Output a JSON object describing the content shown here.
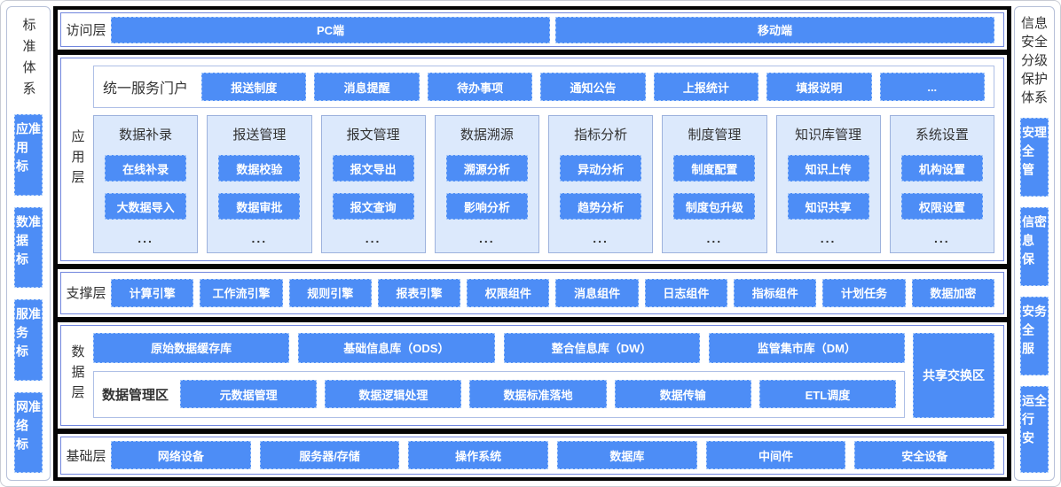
{
  "colors": {
    "primary_blue": "#4d8df6",
    "module_panel_bg": "#dce9fc",
    "frame_black": "#050505"
  },
  "left_sidebar": {
    "title": "标准体系",
    "items": [
      "应用标准",
      "数据标准",
      "服务标准",
      "网络标准"
    ]
  },
  "right_sidebar": {
    "title": "信息安全分级保护体系",
    "items": [
      "安全管理",
      "信息保密",
      "安全服务",
      "运行安全"
    ]
  },
  "layers": {
    "access": {
      "label": "访问层",
      "items": [
        "PC端",
        "移动端"
      ]
    },
    "application": {
      "label": "应用层",
      "portal": {
        "label": "统一服务门户",
        "items": [
          "报送制度",
          "消息提醒",
          "待办事项",
          "通知公告",
          "上报统计",
          "填报说明",
          "..."
        ]
      },
      "modules": [
        {
          "title": "数据补录",
          "items": [
            "在线补录",
            "大数据导入"
          ],
          "more": "..."
        },
        {
          "title": "报送管理",
          "items": [
            "数据校验",
            "数据审批"
          ],
          "more": "..."
        },
        {
          "title": "报文管理",
          "items": [
            "报文导出",
            "报文查询"
          ],
          "more": "..."
        },
        {
          "title": "数据溯源",
          "items": [
            "溯源分析",
            "影响分析"
          ],
          "more": "..."
        },
        {
          "title": "指标分析",
          "items": [
            "异动分析",
            "趋势分析"
          ],
          "more": "..."
        },
        {
          "title": "制度管理",
          "items": [
            "制度配置",
            "制度包升级"
          ],
          "more": "..."
        },
        {
          "title": "知识库管理",
          "items": [
            "知识上传",
            "知识共享"
          ],
          "more": "..."
        },
        {
          "title": "系统设置",
          "items": [
            "机构设置",
            "权限设置"
          ],
          "more": "..."
        }
      ]
    },
    "support": {
      "label": "支撑层",
      "items": [
        "计算引擎",
        "工作流引擎",
        "规则引擎",
        "报表引擎",
        "权限组件",
        "消息组件",
        "日志组件",
        "指标组件",
        "计划任务",
        "数据加密"
      ]
    },
    "data": {
      "label": "数据层",
      "stores": [
        "原始数据缓存库",
        "基础信息库（ODS）",
        "整合信息库（DW）",
        "监管集市库（DM）"
      ],
      "management": {
        "label": "数据管理区",
        "items": [
          "元数据管理",
          "数据逻辑处理",
          "数据标准落地",
          "数据传输",
          "ETL调度"
        ]
      },
      "exchange": "共享交换区"
    },
    "infrastructure": {
      "label": "基础层",
      "items": [
        "网络设备",
        "服务器/存储",
        "操作系统",
        "数据库",
        "中间件",
        "安全设备"
      ]
    }
  }
}
